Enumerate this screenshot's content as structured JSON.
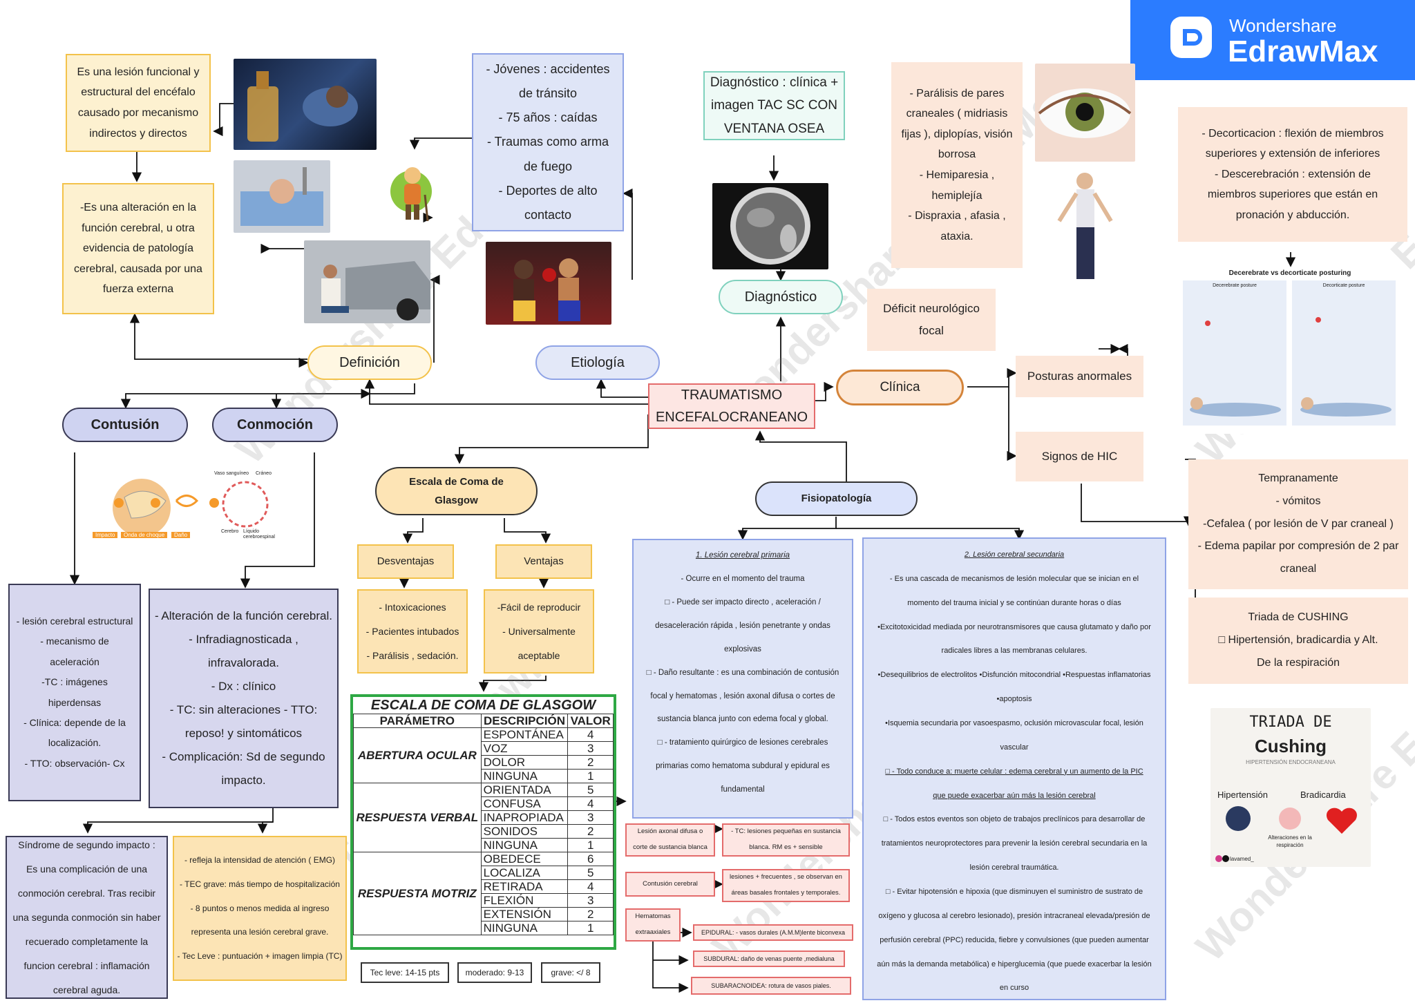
{
  "brand": {
    "line1": "Wondershare",
    "line2": "EdrawMax",
    "watermark": "Wondershare EdrawMax"
  },
  "center": {
    "title_l1": "TRAUMATISMO",
    "title_l2": "ENCEFALOCRANEANO"
  },
  "nodes": {
    "definicion": "Definición",
    "etiologia": "Etiología",
    "diagnostico": "Diagnóstico",
    "clinica": "Clínica",
    "contusion": "Contusión",
    "conmocion": "Conmoción",
    "escala_l1": "Escala de Coma de",
    "escala_l2": "Glasgow",
    "fisiopatologia": "Fisiopatología",
    "desventajas": "Desventajas",
    "ventajas": "Ventajas",
    "posturas": "Posturas anormales",
    "signos_hic": "Signos de HIC",
    "deficit_l1": "Déficit neurológico",
    "deficit_l2": "focal"
  },
  "definicion": {
    "box1": [
      "Es una lesión funcional y",
      "estructural del encéfalo",
      "causado por mecanismo",
      "indirectos y directos"
    ],
    "box2": [
      "-Es una alteración en la",
      "función cerebral, u otra",
      "evidencia de patología",
      "cerebral, causada por una",
      "fuerza externa"
    ]
  },
  "etiologia": {
    "items": [
      "- Jóvenes : accidentes",
      "de tránsito",
      "- 75 años : caídas",
      "- Traumas como  arma",
      "de fuego",
      "- Deportes de alto",
      "contacto"
    ]
  },
  "diagnostico": {
    "items": [
      "Diagnóstico : clínica +",
      "imagen TAC SC CON",
      "VENTANA OSEA"
    ]
  },
  "clinica": {
    "pares": [
      "- Parálisis de pares",
      "craneales ( midriasis",
      "fijas ), diplopías, visión",
      "borrosa",
      "- Hemiparesia ,",
      "hemiplejía",
      "- Dispraxia , afasia ,",
      "ataxia."
    ],
    "posturas": [
      "- Decorticacion : flexión de miembros",
      "superiores y extensión de inferiores",
      "- Descerebración : extensión de",
      "miembros superiores que están en",
      "pronación y abducción."
    ],
    "postura_img": {
      "title": "Decerebrate vs decorticate posturing",
      "left": "Decerebrate posture",
      "right": "Decorticate posture"
    },
    "hic_temprano": [
      "Tempranamente",
      "- vómitos",
      "-Cefalea ( por lesión de V par craneal )",
      "- Edema papilar por compresión de 2 par",
      "craneal"
    ],
    "cushing": [
      "Triada de CUSHING",
      "□ Hipertensión, bradicardia y Alt.",
      "De la respiración"
    ],
    "cushing_img": {
      "title1": "TRIADA DE",
      "title2": "Cushing",
      "sub": "HIPERTENSIÓN ENDOCRANEANA",
      "a": "Hipertensión",
      "b": "Bradicardia",
      "c": "Alteraciones en la respiración",
      "handle": "lavamed_"
    }
  },
  "contusion": {
    "diagram": {
      "a": "Impacto",
      "b": "Onda de choque",
      "c": "Daño",
      "d": "Vaso sanguíneo",
      "e": "Cráneo",
      "f": "Cerebro",
      "g": "Líquido cerebroespinal"
    },
    "items": [
      "- lesión cerebral estructural",
      "- mecanismo de",
      "aceleración",
      "-TC : imágenes",
      "hiperdensas",
      "- Clínica: depende de la",
      "localización.",
      "-  TTO: observación- Cx"
    ]
  },
  "conmocion": {
    "items": [
      "- Alteración de la función cerebral.",
      "-  Infradiagnosticada ,",
      "infravalorada.",
      "- Dx : clínico",
      "- TC: sin alteraciones - TTO:",
      "reposo!  y sintomáticos",
      "- Complicación: Sd de  segundo",
      "impacto."
    ],
    "segundo": [
      "Síndrome de segundo impacto :",
      "Es una complicación de una",
      "conmoción cerebral. Tras recibir",
      "una segunda conmoción sin haber",
      "recuerado completamente la",
      "funcion cerebral : inflamación",
      "cerebral aguda."
    ]
  },
  "glasgow": {
    "desventajas": [
      "- Intoxicaciones",
      "- Pacientes intubados",
      "- Parálisis , sedación."
    ],
    "ventajas": [
      "-Fácil de reproducir",
      "- Universalmente",
      "aceptable"
    ],
    "notas": [
      "- refleja la intensidad de atención ( EMG)",
      "- TEC grave: más tiempo de hospitalización",
      "-  8 puntos o menos medida al ingreso",
      "representa una lesión cerebral grave.",
      "- Tec Leve : puntuación + imagen limpia (TC)"
    ],
    "table": {
      "title": "ESCALA  DE COMA DE GLASGOW",
      "headers": [
        "PARÁMETRO",
        "DESCRIPCIÓN",
        "VALOR"
      ],
      "groups": [
        {
          "name": "ABERTURA OCULAR",
          "rows": [
            [
              "ESPONTÁNEA",
              "4"
            ],
            [
              "VOZ",
              "3"
            ],
            [
              "DOLOR",
              "2"
            ],
            [
              "NINGUNA",
              "1"
            ]
          ]
        },
        {
          "name": "RESPUESTA VERBAL",
          "rows": [
            [
              "ORIENTADA",
              "5"
            ],
            [
              "CONFUSA",
              "4"
            ],
            [
              "INAPROPIADA",
              "3"
            ],
            [
              "SONIDOS",
              "2"
            ],
            [
              "NINGUNA",
              "1"
            ]
          ]
        },
        {
          "name": "RESPUESTA MOTRIZ",
          "rows": [
            [
              "OBEDECE",
              "6"
            ],
            [
              "LOCALIZA",
              "5"
            ],
            [
              "RETIRADA",
              "4"
            ],
            [
              "FLEXIÓN",
              "3"
            ],
            [
              "EXTENSIÓN",
              "2"
            ],
            [
              "NINGUNA",
              "1"
            ]
          ]
        }
      ]
    },
    "levels": [
      "Tec leve: 14-15 pts",
      "moderado: 9-13",
      "grave: </ 8"
    ]
  },
  "fisio": {
    "primaria": {
      "title": "1. Lesión cerebral primaria",
      "items": [
        "- Ocurre en el momento del trauma",
        "□   - Puede ser impacto directo , aceleración /",
        "desaceleración rápida , lesión penetrante y ondas",
        "explosivas",
        "□   - Daño resultante : es una combinación de contusión",
        "focal y hematomas , lesión axonal difusa o cortes de",
        "sustancia blanca junto con edema focal y global.",
        "□   -  tratamiento quirúrgico de lesiones cerebrales",
        "primarias como hematoma subdural y epidural es",
        "fundamental"
      ]
    },
    "secundaria": {
      "title": "2. Lesión cerebral secundaria",
      "items": [
        "- Es una cascada de mecanismos de lesión molecular que se inician en el",
        "momento del trauma inicial y se continúan durante horas o días",
        "•Excitotoxicidad mediada por neurotransmisores que causa glutamato y daño por",
        "radicales libres a las membranas celulares.",
        "•Desequilibrios de electrolitos •Disfunción mitocondrial •Respuestas inflamatorias",
        "•apoptosis",
        "•Isquemia secundaria por vasoespasmo, oclusión microvascular focal, lesión",
        "vascular",
        "□   - Todo conduce a: muerte celular : edema cerebral y un aumento de la PIC",
        "que puede exacerbar aún más la lesión cerebral",
        "□   - Todos estos eventos son objeto de trabajos preclínicos para desarrollar de",
        "tratamientos neuroprotectores para prevenir la lesión cerebral secundaria en la",
        "lesión cerebral traumática.",
        "□   - Evitar hipotensión e hipoxia (que disminuyen el suministro de sustrato de",
        "oxígeno y glucosa al cerebro lesionado), presión intracraneal elevada/presión de",
        "perfusión cerebral (PPC) reducida, fiebre y convulsiones (que pueden aumentar",
        "aún más la demanda metabólica) e hiperglucemia (que puede exacerbar la lesión",
        "en curso"
      ]
    },
    "small": {
      "lad": [
        "Lesión axonal difusa o",
        "corte de sustancia blanca"
      ],
      "lad_r": [
        "- TC: lesiones pequeñas en sustancia",
        "blanca. RM es + sensible"
      ],
      "contusion": "Contusión cerebral",
      "contusion_r": [
        "lesiones + frecuentes ,  se observan en",
        "áreas basales frontales y temporales."
      ],
      "hematomas": [
        "Hematomas",
        "extraaxiales"
      ],
      "epidural": "EPIDURAL: - vasos durales (A.M.M)lente biconvexa",
      "subdural": "SUBDURAL: daño de venas puente ,medialuna",
      "subaracnoidea": "SUBARACNOIDEA: rotura de vasos piales."
    }
  }
}
